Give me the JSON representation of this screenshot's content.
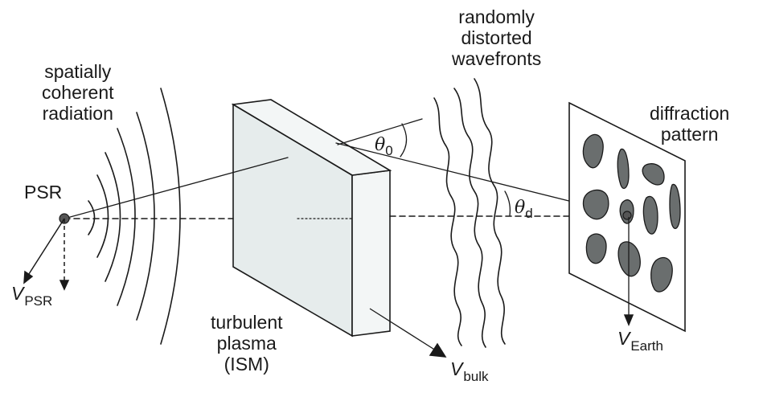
{
  "labels": {
    "coherent": [
      "spatially",
      "coherent",
      "radiation"
    ],
    "psr": "PSR",
    "v_psr": {
      "symbol": "V",
      "sub": "PSR"
    },
    "plasma": [
      "turbulent",
      "plasma",
      "(ISM)"
    ],
    "wavefronts": [
      "randomly",
      "distorted",
      "wavefronts"
    ],
    "theta0": {
      "symbol": "θ",
      "sub": "0"
    },
    "thetad": {
      "symbol": "θ",
      "sub": "d"
    },
    "diffraction": [
      "diffraction",
      "pattern"
    ],
    "v_bulk": {
      "symbol": "V",
      "sub": "bulk"
    },
    "v_earth": {
      "symbol": "V",
      "sub": "Earth"
    }
  },
  "colors": {
    "ink": "#1a1a1a",
    "plasma_face": "#e6ecec",
    "plasma_side": "#f3f6f6",
    "speckle": "#6a6e6e"
  }
}
